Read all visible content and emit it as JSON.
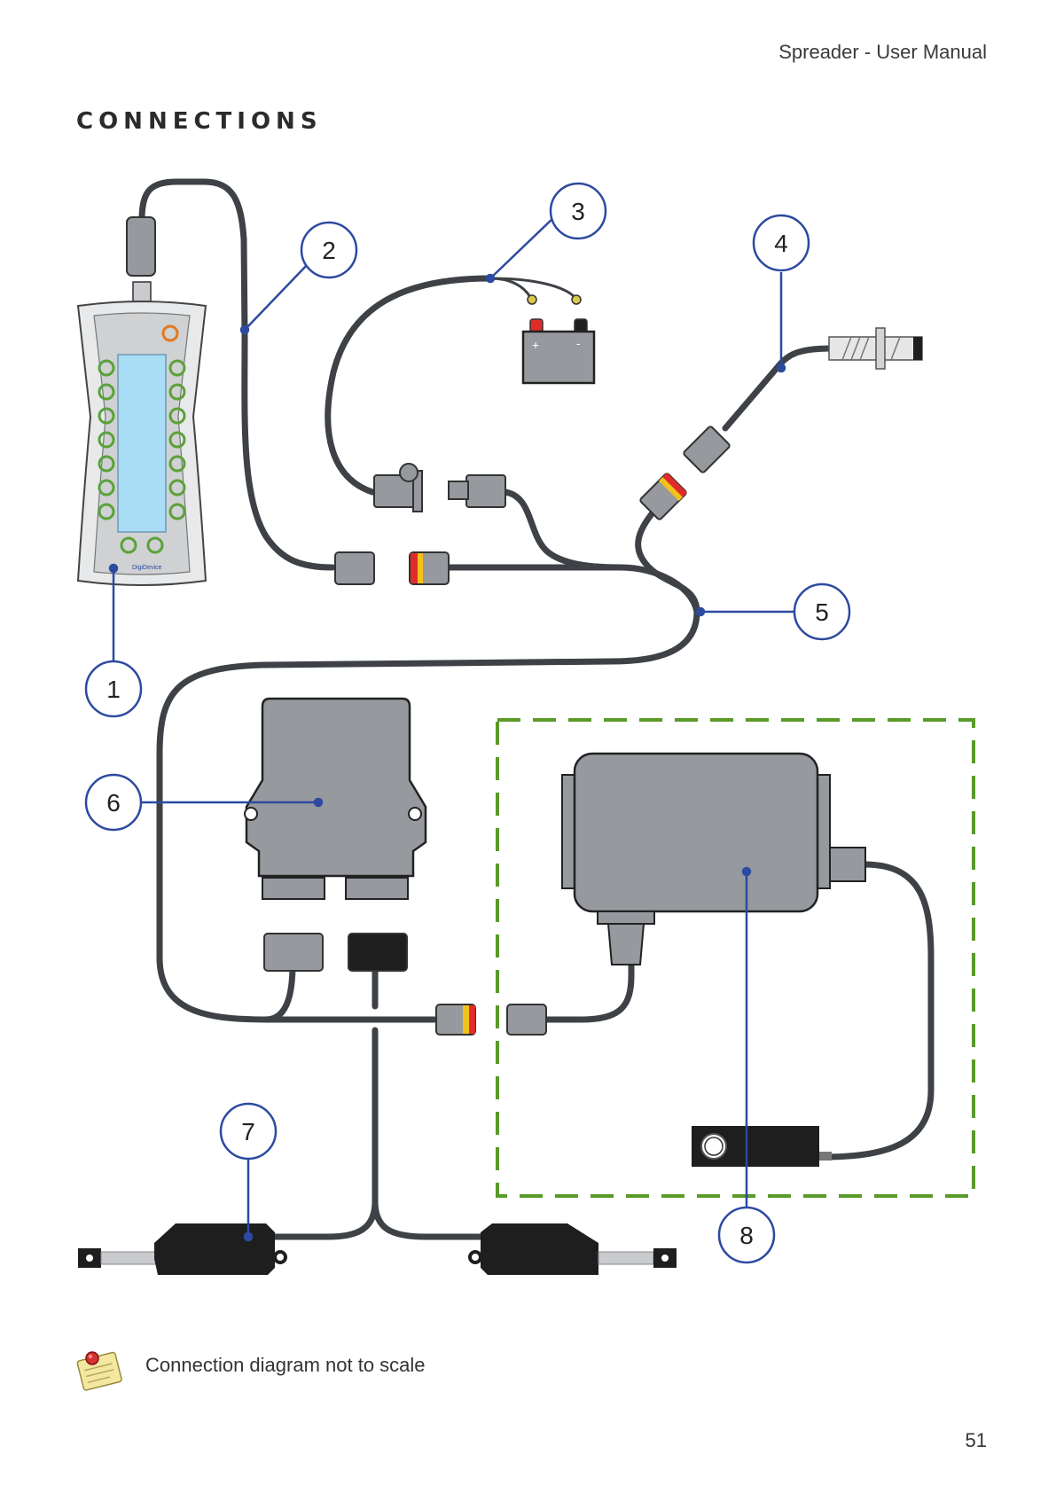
{
  "header": {
    "doc_title": "Spreader - User Manual"
  },
  "section": {
    "title": "CONNECTIONS"
  },
  "diagram": {
    "callouts": [
      "1",
      "2",
      "3",
      "4",
      "5",
      "6",
      "7",
      "8"
    ],
    "battery_plus": "+",
    "battery_minus": "-",
    "device_brand": "DigiDevice",
    "colors": {
      "cable": "#3e4246",
      "component": "#96999e",
      "callout_line": "#2d4aa0",
      "boundary": "#5a9a28",
      "connector_red": "#e12b2b",
      "connector_yellow": "#f2c21a",
      "actuator": "#1e1e1e"
    }
  },
  "note": {
    "icon": "note-pin-icon",
    "text": "Connection diagram not to scale"
  },
  "footer": {
    "page_number": "51"
  }
}
